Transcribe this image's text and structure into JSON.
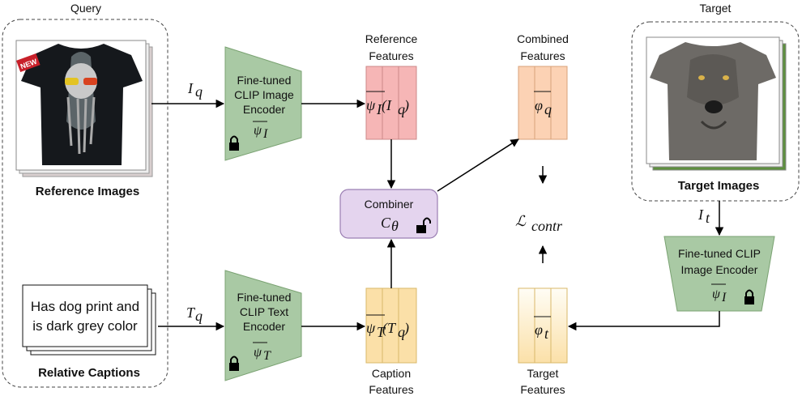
{
  "query": {
    "title": "Query",
    "ref_images_label": "Reference Images",
    "captions_label": "Relative Captions",
    "caption_text_line1": "Has dog print and",
    "caption_text_line2": "is dark grey color",
    "shirt_badge": "NEW"
  },
  "target": {
    "title": "Target",
    "images_label": "Target Images"
  },
  "encoders": {
    "image_query": {
      "line1": "Fine-tuned",
      "line2": "CLIP Image",
      "line3": "Encoder",
      "symbol": "ψ",
      "sub": "I"
    },
    "text": {
      "line1": "Fine-tuned",
      "line2": "CLIP Text",
      "line3": "Encoder",
      "symbol": "ψ",
      "sub": "T"
    },
    "image_target": {
      "line1": "Fine-tuned CLIP",
      "line2": "Image Encoder",
      "symbol": "ψ",
      "sub": "I"
    }
  },
  "features": {
    "reference": {
      "title1": "Reference",
      "title2": "Features",
      "sym": "ψ",
      "sub": "I",
      "arg": "(I",
      "argsub": "q",
      "close": ")"
    },
    "caption": {
      "title1": "Caption",
      "title2": "Features",
      "sym": "ψ",
      "sub": "T",
      "arg": "(T",
      "argsub": "q",
      "close": ")"
    },
    "combined": {
      "title1": "Combined",
      "title2": "Features",
      "sym": "φ",
      "sub": "q"
    },
    "target": {
      "title1": "Target",
      "title2": "Features",
      "sym": "φ",
      "sub": "t"
    }
  },
  "combiner": {
    "label": "Combiner",
    "sym": "C",
    "sub": "θ"
  },
  "loss": {
    "sym": "ℒ",
    "sub": "contr"
  },
  "arrow_labels": {
    "iq": "I",
    "iq_sub": "q",
    "tq": "T",
    "tq_sub": "q",
    "it": "I",
    "it_sub": "t"
  },
  "colors": {
    "encoder_fill": "#a9c9a4",
    "encoder_stroke": "#7aa272",
    "ref_fill": "#f6b6b6",
    "cap_fill": "#fbe0a8",
    "comb_fill": "#fcd2b4",
    "tgt_fill": "#fbe0a8",
    "combiner_fill": "#e4d4ee",
    "combiner_stroke": "#9b7fb3"
  }
}
